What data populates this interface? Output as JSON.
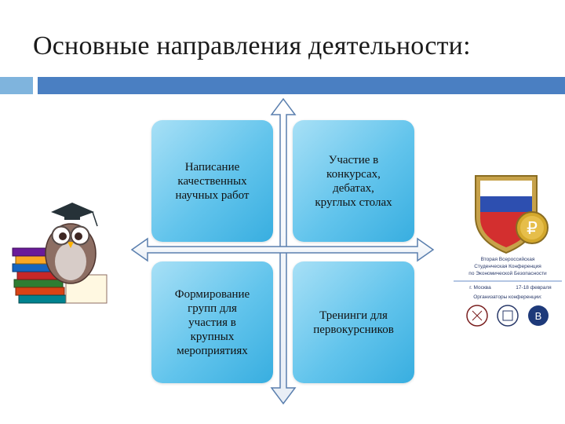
{
  "title": "Основные направления деятельности:",
  "quadrants": [
    {
      "label": "Написание качественных научных работ",
      "lines": [
        "Написание",
        "качественных",
        "научных работ"
      ]
    },
    {
      "label": "Участие в конкурсах, дебатах, круглых столах",
      "lines": [
        "Участие в",
        "конкурсах,",
        "дебатах,",
        "круглых столах"
      ]
    },
    {
      "label": "Формирование групп для участия в крупных мероприятиях",
      "lines": [
        "Формирование",
        "групп для",
        "участия в",
        "крупных",
        "мероприятиях"
      ]
    },
    {
      "label": "Тренинги для первокурсников",
      "lines": [
        "Тренинги для",
        "первокурсников"
      ]
    }
  ],
  "emblem": {
    "lines": [
      "Вторая Всероссийская",
      "Студенческая Конференция",
      "по Экономической Безопасности",
      "г. Москва",
      "17-18 февраля",
      "Организаторы конференции:"
    ],
    "currency_symbol": "₽"
  },
  "colors": {
    "accent_dark": "#4a7fc2",
    "accent_light": "#7fb4dd",
    "quad_fill": "#62c4ec"
  }
}
